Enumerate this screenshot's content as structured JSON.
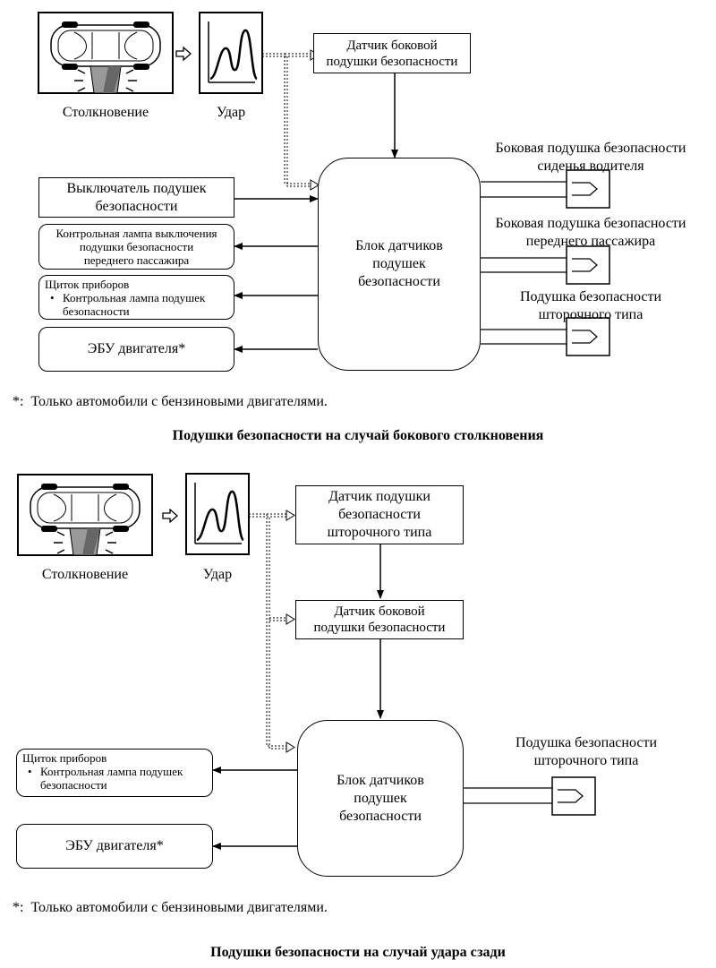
{
  "side": {
    "collision": "Столкновение",
    "impact": "Удар",
    "side_sensor": "Датчик боковой\nподушки безопасности",
    "switch": "Выключатель подушек\nбезопасности",
    "off_lamp": "Контрольная лампа выключения\nподушки безопасности\nпереднего пассажира",
    "meter_title": "Щиток приборов",
    "meter_item": "Контрольная лампа подушек\nбезопасности",
    "ecu": "ЭБУ двигателя*",
    "center": "Блок датчиков\nподушек\nбезопасности",
    "out1": "Боковая подушка безопасности\nсиденья водителя",
    "out2": "Боковая подушка безопасности\nпереднего пассажира",
    "out3": "Подушка безопасности\nшторочного типа",
    "note_mark": "*:",
    "note": "Только автомобили с бензиновыми двигателями.",
    "title": "Подушки безопасности на случай бокового столкновения"
  },
  "rear": {
    "collision": "Столкновение",
    "impact": "Удар",
    "curtain_sensor": "Датчик подушки\nбезопасности\nшторочного типа",
    "side_sensor": "Датчик боковой\nподушки безопасности",
    "meter_title": "Щиток приборов",
    "meter_item": "Контрольная лампа подушек\nбезопасности",
    "ecu": "ЭБУ двигателя*",
    "center": "Блок датчиков\nподушек\nбезопасности",
    "out1": "Подушка безопасности\nшторочного типа",
    "note_mark": "*:",
    "note": "Только автомобили с бензиновыми двигателями.",
    "title": "Подушки безопасности на случай удара сзади"
  },
  "icons": [
    "car-collision-icon",
    "impact-graph-icon",
    "airbag-icon",
    "hollow-arrow-icon"
  ]
}
